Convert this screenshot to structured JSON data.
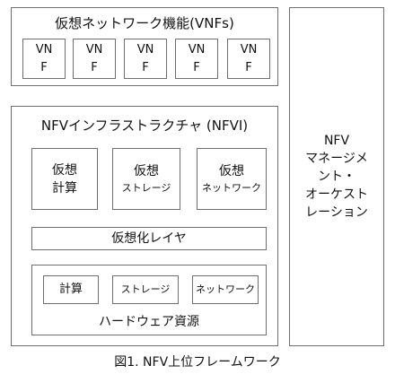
{
  "vnfs": {
    "title": "仮想ネットワーク機能(VNFs)",
    "items": [
      {
        "line1": "VN",
        "line2": "F"
      },
      {
        "line1": "VN",
        "line2": "F"
      },
      {
        "line1": "VN",
        "line2": "F"
      },
      {
        "line1": "VN",
        "line2": "F"
      },
      {
        "line1": "VN",
        "line2": "F"
      }
    ]
  },
  "nfvi": {
    "title": "NFVインフラストラクチャ (NFVI)",
    "virtual_compute": {
      "line1": "仮想",
      "line2": "計算"
    },
    "virtual_storage": {
      "line1": "仮想",
      "line2": "ストレージ"
    },
    "virtual_network": {
      "line1": "仮想",
      "line2": "ネットワーク"
    },
    "virtualization_layer": "仮想化レイヤ",
    "hardware": {
      "title": "ハードウェア資源",
      "compute": "計算",
      "storage": "ストレージ",
      "network": "ネットワーク"
    }
  },
  "mano": {
    "lines": [
      "NFV",
      "マネージメ",
      "ント・",
      "オーケスト",
      "レーション"
    ]
  },
  "caption": "図1. NFV上位フレームワーク"
}
